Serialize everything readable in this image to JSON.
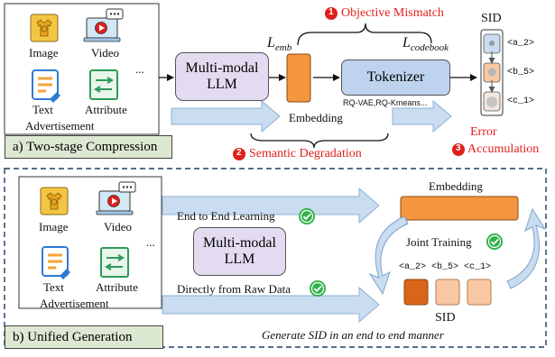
{
  "top": {
    "modalities": {
      "image": "Image",
      "video": "Video",
      "text": "Text",
      "attribute": "Attribute",
      "ellipsis": "...",
      "group": "Advertisement"
    },
    "llm_label": "Multi-modal LLM",
    "l_emb": "L",
    "l_emb_sub": "emb",
    "l_codebook": "L",
    "l_codebook_sub": "codebook",
    "objective_mismatch_num": "1",
    "objective_mismatch": "Objective Mismatch",
    "tokenizer": "Tokenizer",
    "tokenizer_methods": "RQ-VAE,RQ-Kmeans...",
    "sid_title": "SID",
    "sid_codes": [
      "<a_2>",
      "<b_5>",
      "<c_1>"
    ],
    "embedding": "Embedding",
    "semantic_degradation_num": "2",
    "semantic_degradation": "Semantic Degradation",
    "error_accumulation_num": "3",
    "error_accumulation_line1": "Error",
    "error_accumulation_line2": "Accumulation",
    "panel_label": "a) Two-stage Compression"
  },
  "bottom": {
    "modalities": {
      "image": "Image",
      "video": "Video",
      "text": "Text",
      "attribute": "Attribute",
      "ellipsis": "...",
      "group": "Advertisement"
    },
    "llm_label": "Multi-modal LLM",
    "end_to_end": "End to End Learning",
    "raw_data": "Directly from Raw Data",
    "embedding": "Embedding",
    "joint_training": "Joint Training",
    "sid_codes": [
      "<a_2>",
      "<b_5>",
      "<c_1>"
    ],
    "sid_title": "SID",
    "caption": "Generate SID in an end to end manner",
    "panel_label": "b) Unified Generation"
  },
  "colors": {
    "llm": "#e3dcf1",
    "tokenizer": "#bed3ee",
    "embedding": "#f4963f",
    "sid_dark": "#d9651a",
    "sid_light": "#f7c8a3",
    "flow_arrow": "#c9dcf0",
    "legend": "#dde8d2",
    "warning_red": "#e0201b",
    "check_green": "#2fb24a"
  }
}
